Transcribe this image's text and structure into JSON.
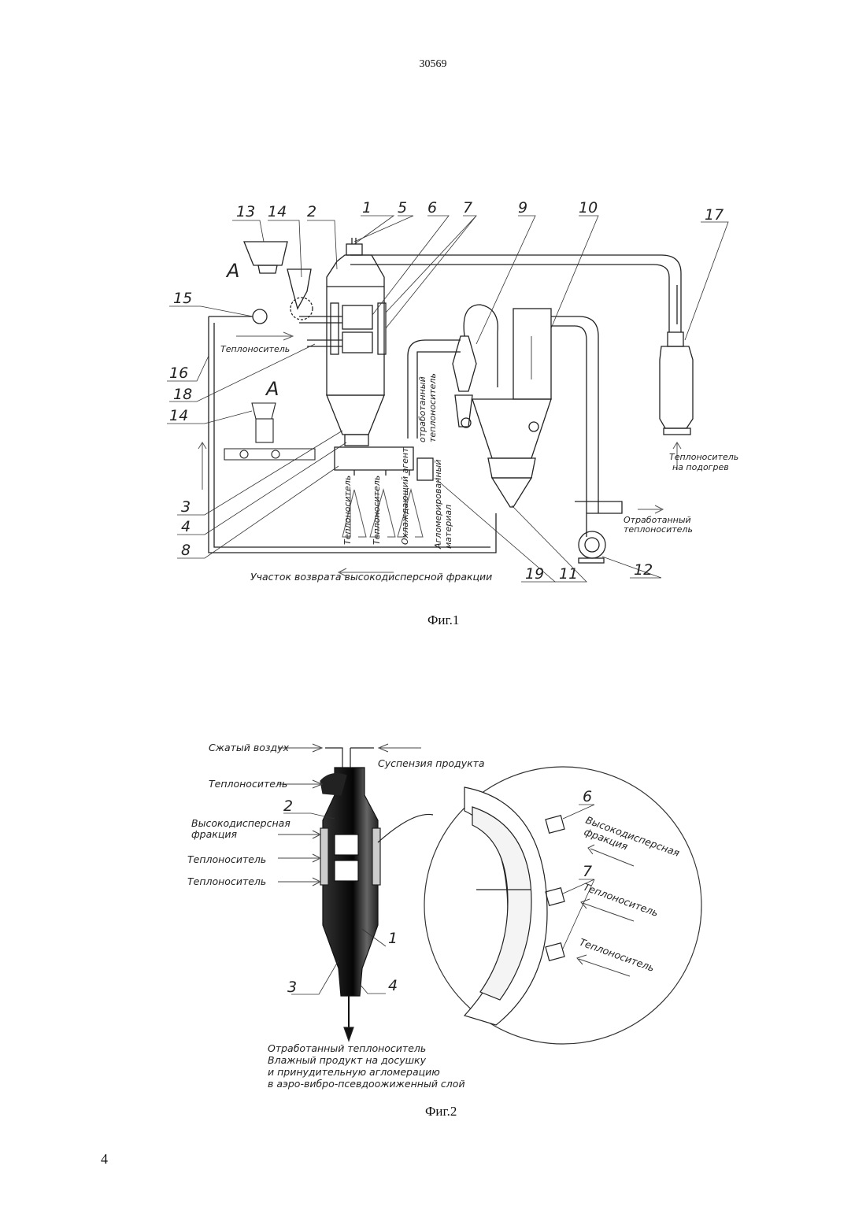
{
  "page": {
    "doc_number": "30569",
    "page_number": "4"
  },
  "fig1": {
    "caption": "Фиг.1",
    "callouts": [
      "13",
      "14",
      "2",
      "1",
      "5",
      "6",
      "7",
      "9",
      "10",
      "17",
      "15",
      "16",
      "18",
      "14",
      "3",
      "4",
      "8",
      "19",
      "11",
      "12"
    ],
    "section_label": "А",
    "labels": {
      "coolant_in": "Теплоноситель",
      "spent_coolant_vertical": [
        "отработанный",
        "теплоноситель"
      ],
      "coolant_to_heating": [
        "Теплоноситель",
        "на подогрев"
      ],
      "spent_coolant_exit": [
        "Отработанный",
        "теплоноситель"
      ],
      "bottom_inlet_1": "Теплоноситель",
      "bottom_inlet_2": "Теплоноситель",
      "bottom_inlet_3": "Охлаждающий агент",
      "agglomerated": [
        "Агломерированный",
        "материал"
      ],
      "return_section": "Участок возврата высокодисперсной фракции"
    }
  },
  "fig2": {
    "caption": "Фиг.2",
    "callouts": [
      "2",
      "1",
      "3",
      "4",
      "6",
      "7"
    ],
    "labels": {
      "compressed_air": "Сжатый воздух",
      "suspension": "Суспензия продукта",
      "coolant_top": "Теплоноситель",
      "high_disperse": [
        "Высокодисперсная",
        "фракция"
      ],
      "coolant_mid1": "Теплоноситель",
      "coolant_mid2": "Теплоноситель",
      "detail_high_disperse": [
        "Высокодисперсная",
        "фракция"
      ],
      "detail_coolant1": "Теплоноситель",
      "detail_coolant2": "Теплоноситель",
      "bottom_text": [
        "Отработанный теплоноситель",
        "Влажный продукт на досушку",
        "и принудительную агломерацию",
        "в аэро-вибро-псевдоожиженный слой"
      ]
    }
  }
}
